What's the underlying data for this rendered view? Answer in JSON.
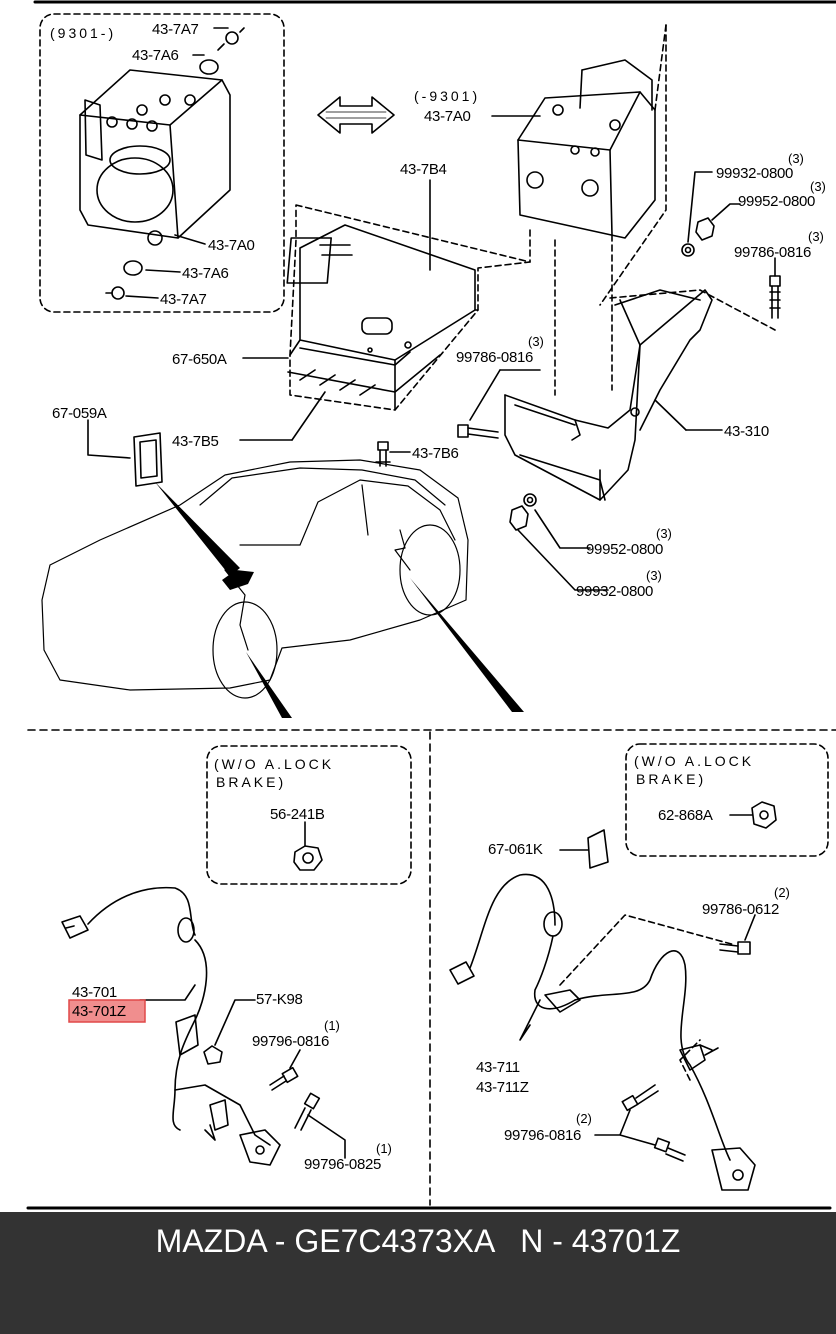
{
  "labels": {
    "p43_7A7_top": "43-7A7",
    "p43_7A6_top": "43-7A6",
    "p43_7A0_left": "43-7A0",
    "p43_7A6_bot": "43-7A6",
    "p43_7A7_bot": "43-7A7",
    "note_9301_before": "(9301-)",
    "note_9301_after": "(-9301)",
    "p43_7A0_right": "43-7A0",
    "p43_7B4": "43-7B4",
    "p67_650A": "67-650A",
    "p67_059A": "67-059A",
    "p43_7B5": "43-7B5",
    "p43_7B6": "43-7B6",
    "p99786_0816_mid": "99786-0816",
    "p99786_0816_mid_qty": "(3)",
    "p99932_0800_top": "99932-0800",
    "p99932_0800_top_qty": "(3)",
    "p99952_0800_top": "99952-0800",
    "p99952_0800_top_qty": "(3)",
    "p99786_0816_right": "99786-0816",
    "p99786_0816_right_qty": "(3)",
    "p43_310": "43-310",
    "p99952_0800_bot": "99952-0800",
    "p99952_0800_bot_qty": "(3)",
    "p99932_0800_bot": "99932-0800",
    "p99932_0800_bot_qty": "(3)",
    "note_wo_lock_left_1": "(W/O A.LOCK",
    "note_wo_lock_left_2": "BRAKE)",
    "p56_241B": "56-241B",
    "p43_701": "43-701",
    "p43_701Z": "43-701Z",
    "p57_K98": "57-K98",
    "p99796_0816_left": "99796-0816",
    "p99796_0816_left_qty": "(1)",
    "p99796_0825": "99796-0825",
    "p99796_0825_qty": "(1)",
    "note_wo_lock_right_1": "(W/O A.LOCK",
    "note_wo_lock_right_2": "BRAKE)",
    "p62_868A": "62-868A",
    "p67_061K": "67-061K",
    "p99786_0612": "99786-0612",
    "p99786_0612_qty": "(2)",
    "p43_711": "43-711",
    "p43_711Z": "43-711Z",
    "p99796_0816_right": "99796-0816",
    "p99796_0816_right_qty": "(2)"
  },
  "footer": {
    "text": "MAZDA - GE7C4373XA   N - 43701Z"
  },
  "colors": {
    "highlight": "#f08e8e",
    "footer_bg": "#333333",
    "footer_text": "#ffffff"
  }
}
